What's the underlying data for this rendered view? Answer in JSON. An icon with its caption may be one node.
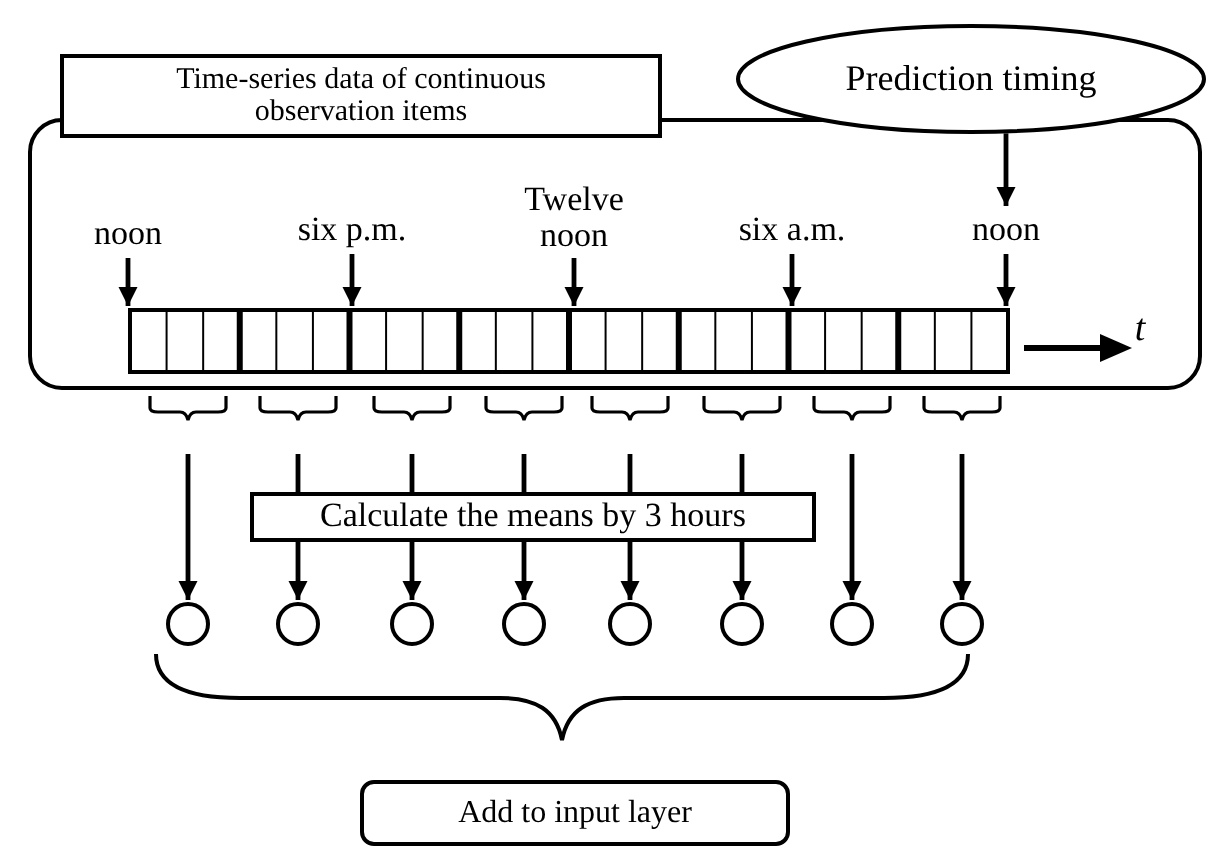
{
  "diagram": {
    "nodes": [
      {
        "text": [
          "Time-series data of continuous observation items"
        ]
      },
      {
        "text": [
          "Prediction timing"
        ]
      },
      {
        "text": [
          "noon"
        ]
      },
      {
        "text": [
          "six p.m."
        ]
      },
      {
        "text": [
          "Twelve noon"
        ]
      },
      {
        "text": [
          "six a.m."
        ]
      },
      {
        "text": [
          "noon"
        ]
      },
      {
        "text": [],
        "shape": "bar"
      },
      {
        "text": [],
        "shape": "brace"
      },
      {
        "text": [],
        "shape": "brace"
      },
      {
        "text": [],
        "shape": "brace"
      },
      {
        "text": [],
        "shape": "brace"
      },
      {
        "text": [],
        "shape": "brace"
      },
      {
        "text": [],
        "shape": "brace"
      },
      {
        "text": [],
        "shape": "brace"
      },
      {
        "text": [],
        "shape": "brace"
      },
      {
        "text": [],
        "shape": "circle"
      },
      {
        "text": [],
        "shape": "circle"
      },
      {
        "text": [],
        "shape": "circle"
      },
      {
        "text": [],
        "shape": "circle"
      },
      {
        "text": [],
        "shape": "circle"
      },
      {
        "text": [],
        "shape": "circle"
      },
      {
        "text": [],
        "shape": "circle"
      },
      {
        "text": [],
        "shape": "circle"
      },
      {
        "text": [
          "Add to input layer"
        ]
      }
    ],
    "edges": [
      {
        "from": 1,
        "to": 6,
        "arrow": "to"
      },
      {
        "from": 2,
        "to": 7,
        "arrow": "to"
      },
      {
        "from": 3,
        "to": 7,
        "arrow": "to"
      },
      {
        "from": 4,
        "to": 7,
        "arrow": "to"
      },
      {
        "from": 5,
        "to": 7,
        "arrow": "to"
      },
      {
        "from": 6,
        "to": 7,
        "arrow": "to"
      },
      {
        "from": 8,
        "to": 16,
        "arrow": "to"
      },
      {
        "from": 9,
        "to": 17,
        "arrow": "to"
      },
      {
        "from": 10,
        "to": 18,
        "arrow": "to"
      },
      {
        "from": 11,
        "to": 19,
        "arrow": "to"
      },
      {
        "from": 12,
        "to": 20,
        "arrow": "to"
      },
      {
        "from": 13,
        "to": 21,
        "arrow": "to"
      },
      {
        "from": 14,
        "to": 22,
        "arrow": "to"
      },
      {
        "from": 15,
        "to": 23,
        "arrow": "to"
      }
    ],
    "labels": [
      "t",
      "Calculate the means by 3 hours"
    ]
  }
}
